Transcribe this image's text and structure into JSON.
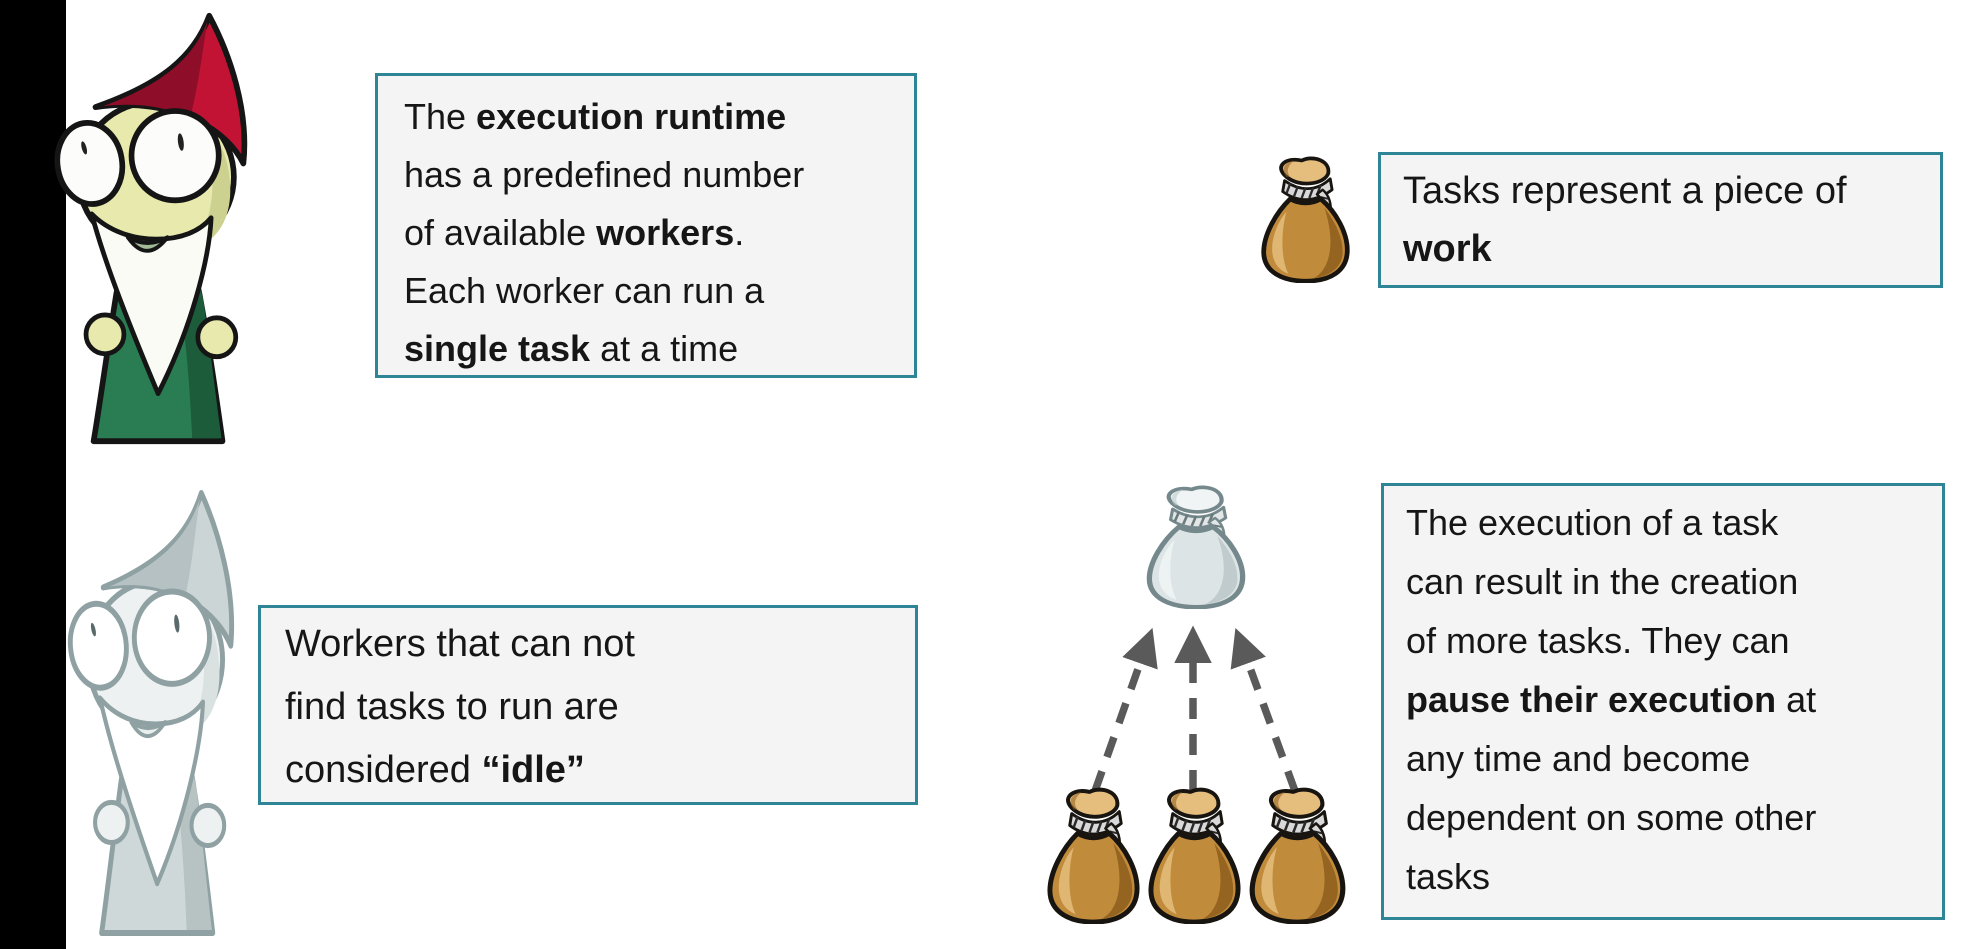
{
  "slide": {
    "background": "#ffffff",
    "left_bar_color": "#000000",
    "accent_border_color": "#2e8595",
    "note_box_background": "#f4f4f4",
    "text_color": "#161616",
    "arrow_color": "#5a5a5a",
    "bag_brown_color": "#c18b3c",
    "bag_gray_color": "#dde4e5",
    "gnome_robe_color": "#2a7d52",
    "gnome_hat_color": "#c31335"
  },
  "icons": {
    "worker_gnome": "worker-gnome-icon",
    "idle_gnome": "idle-gnome-icon",
    "task_bag": "task-bag-icon",
    "paused_task_bag": "paused-task-bag-icon",
    "child_task_bags": "child-task-bag-icon",
    "dependency_arrows": "dependency-arrows-icon"
  },
  "panels": {
    "runtime": {
      "lines": [
        [
          {
            "t": "The "
          },
          {
            "t": "execution runtime",
            "b": true
          }
        ],
        [
          {
            "t": "has a predefined number"
          }
        ],
        [
          {
            "t": "of available "
          },
          {
            "t": "workers",
            "b": true
          },
          {
            "t": "."
          }
        ],
        [
          {
            "t": "Each worker can run a"
          }
        ],
        [
          {
            "t": "single task",
            "b": true
          },
          {
            "t": " at a time"
          }
        ]
      ]
    },
    "tasks": {
      "lines": [
        [
          {
            "t": "Tasks represent a piece of"
          }
        ],
        [
          {
            "t": "work",
            "b": true
          }
        ]
      ]
    },
    "idle": {
      "lines": [
        [
          {
            "t": "Workers that can not"
          }
        ],
        [
          {
            "t": "find tasks to run are"
          }
        ],
        [
          {
            "t": "considered "
          },
          {
            "t": "“idle”",
            "b": true
          }
        ]
      ]
    },
    "spawn": {
      "lines": [
        [
          {
            "t": "The execution of a task"
          }
        ],
        [
          {
            "t": "can result in the creation"
          }
        ],
        [
          {
            "t": "of more tasks. They can"
          }
        ],
        [
          {
            "t": "pause their execution",
            "b": true
          },
          {
            "t": " at"
          }
        ],
        [
          {
            "t": "any time and become"
          }
        ],
        [
          {
            "t": "dependent on some other"
          }
        ],
        [
          {
            "t": "tasks"
          }
        ]
      ]
    }
  }
}
